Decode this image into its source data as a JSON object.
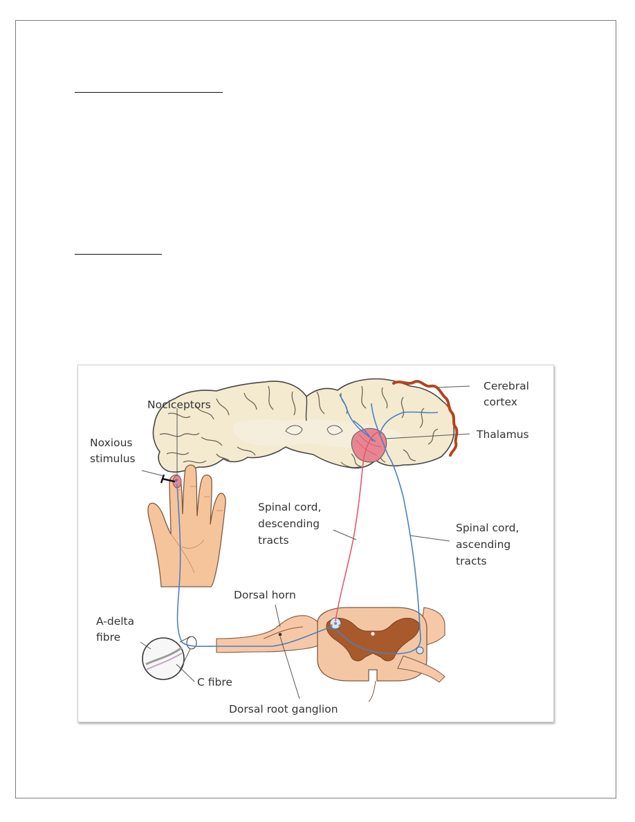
{
  "figure": {
    "labels": {
      "nociceptors": "Nociceptors",
      "noxious_stimulus": [
        "Noxious",
        "stimulus"
      ],
      "cerebral_cortex": [
        "Cerebral",
        "cortex"
      ],
      "thalamus": "Thalamus",
      "descending_tracts": [
        "Spinal cord,",
        "descending",
        "tracts"
      ],
      "ascending_tracts": [
        "Spinal cord,",
        "ascending",
        "tracts"
      ],
      "dorsal_horn": "Dorsal horn",
      "a_delta_fibre": [
        "A-delta",
        "fibre"
      ],
      "c_fibre": "C fibre",
      "dorsal_root_ganglion": "Dorsal root ganglion"
    },
    "colors": {
      "ascending_pathway": "#4a7fc1",
      "descending_pathway": "#e2596a",
      "cortex_highlight": "#b8431a",
      "brain_fill": "#f3ead0",
      "skin": "#f6c49b",
      "grey_matter": "#a85a2c",
      "cord_white_matter": "#f4c7a4",
      "thalamus": "#e98592"
    }
  }
}
